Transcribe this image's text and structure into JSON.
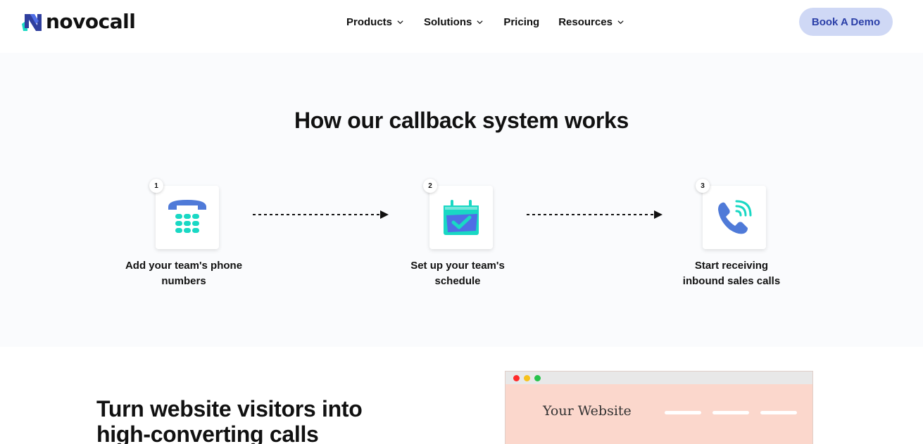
{
  "header": {
    "logo_text": "novocall",
    "nav": [
      {
        "label": "Products",
        "has_dropdown": true
      },
      {
        "label": "Solutions",
        "has_dropdown": true
      },
      {
        "label": "Pricing",
        "has_dropdown": false
      },
      {
        "label": "Resources",
        "has_dropdown": true
      }
    ],
    "cta_label": "Book A Demo"
  },
  "how": {
    "title": "How our callback system works",
    "steps": [
      {
        "number": "1",
        "label_line1": "Add your team's phone",
        "label_line2": "numbers",
        "icon": "telephone-keypad-icon"
      },
      {
        "number": "2",
        "label_line1": "Set up your team's",
        "label_line2": "schedule",
        "icon": "calendar-check-icon"
      },
      {
        "number": "3",
        "label_line1": "Start receiving",
        "label_line2": "inbound sales calls",
        "icon": "phone-ringing-icon"
      }
    ]
  },
  "turn": {
    "title_line1": "Turn website visitors into",
    "title_line2": "high-converting calls"
  },
  "browser_mock": {
    "site_label": "Your Website"
  },
  "colors": {
    "brand_blue": "#4f6ee6",
    "brand_teal": "#19d8c4",
    "cta_bg": "#cfd8f5",
    "cta_text": "#2b3fa8",
    "mock_bg": "#fbd7cc"
  }
}
